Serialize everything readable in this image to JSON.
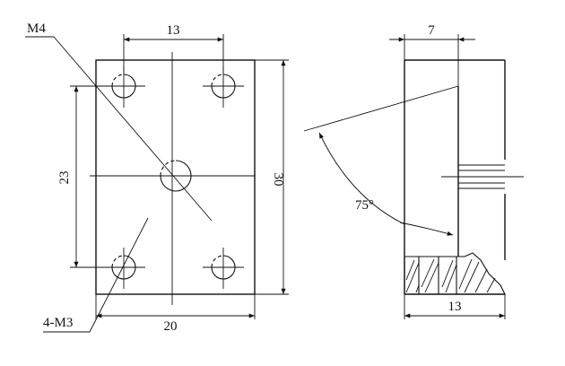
{
  "front_view": {
    "dims": {
      "top_width": "13",
      "left_height": "23",
      "right_height": "30",
      "bottom_width": "20"
    },
    "callouts": {
      "center_hole": "M4",
      "corner_holes": "4-M3"
    }
  },
  "side_view": {
    "dims": {
      "top_width": "7",
      "bottom_width": "13",
      "angle": "75°"
    }
  }
}
